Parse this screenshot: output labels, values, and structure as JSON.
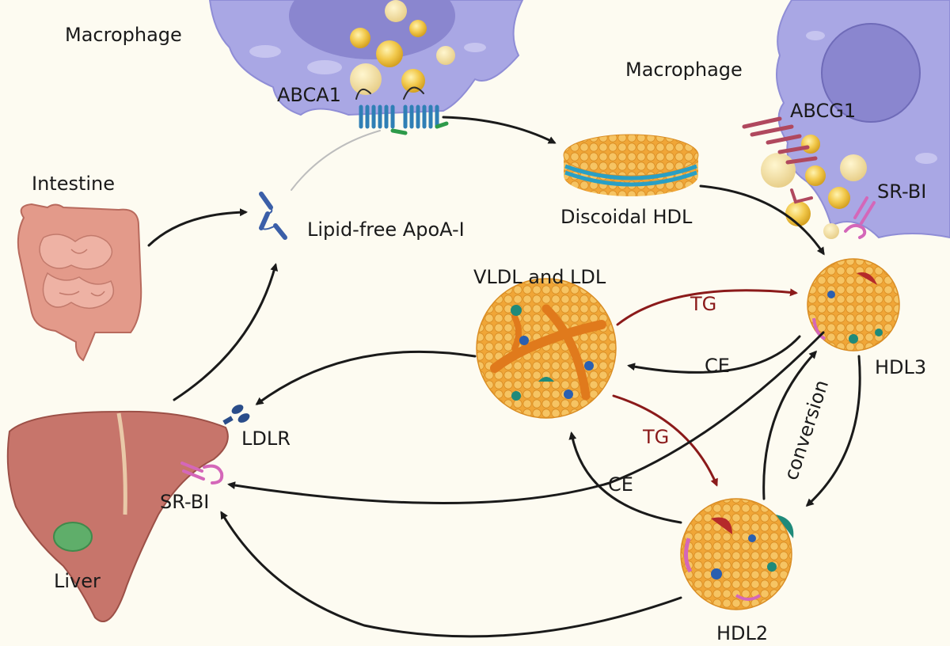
{
  "labels": {
    "macrophage_left": "Macrophage",
    "macrophage_right": "Macrophage",
    "abca1": "ABCA1",
    "abcg1": "ABCG1",
    "srbi_macrophage": "SR-BI",
    "intestine": "Intestine",
    "apoa1": "Lipid-free ApoA-I",
    "discoidal_hdl": "Discoidal HDL",
    "vldl_ldl": "VLDL and LDL",
    "hdl3": "HDL3",
    "hdl2": "HDL2",
    "ldlr": "LDLR",
    "srbi_liver": "SR-BI",
    "liver": "Liver",
    "tg_top": "TG",
    "tg_mid": "TG",
    "ce_top": "CE",
    "ce_bottom": "CE",
    "conversion": "conversion"
  },
  "colors": {
    "background": "#fdfbf1",
    "macrophage": "#a9a7e4",
    "nucleus": "#8a86cf",
    "lipid_droplet": "#f2c94c",
    "lipoprotein": "#f3b13c",
    "liver": "#c7756b",
    "intestine": "#e39a8a",
    "arrow_dark": "#1a1a1a",
    "arrow_tg": "#8b1a1a",
    "transporter_blue": "#2f7fb5",
    "transporter_red": "#b0485e",
    "receptor_pink": "#d467b9",
    "apoa1_blue": "#3b5fa8"
  }
}
